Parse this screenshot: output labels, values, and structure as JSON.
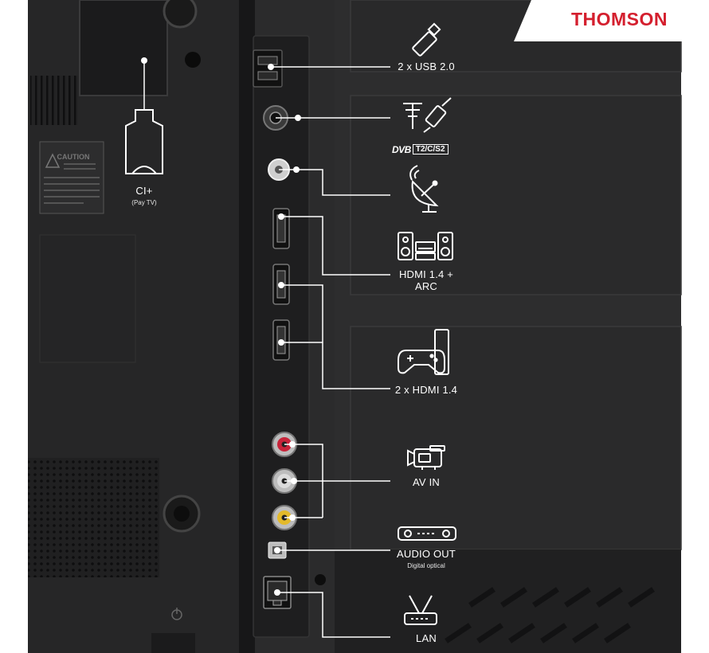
{
  "brand": {
    "name": "THOMSON",
    "color": "#d41f2e"
  },
  "rear_panel": {
    "caution_title": "CAUTION",
    "standby_icon": "power-icon"
  },
  "ports": [
    {
      "id": "usb",
      "label": "2 x USB 2.0",
      "icon": "usb-stick-icon"
    },
    {
      "id": "antenna",
      "label": "",
      "icon": "antenna-icon"
    },
    {
      "id": "satellite",
      "label": "",
      "icon": "satellite-dish-icon"
    },
    {
      "id": "hdmi-arc",
      "label": "HDMI 1.4 +",
      "label2": "ARC",
      "icon": "speakers-icon"
    },
    {
      "id": "hdmi",
      "label": "2 x HDMI 1.4",
      "icon": "gamepad-icon"
    },
    {
      "id": "av-in",
      "label": "AV IN",
      "icon": "camcorder-icon"
    },
    {
      "id": "audio-out",
      "label": "AUDIO OUT",
      "sublabel": "Digital optical",
      "icon": "soundbar-icon"
    },
    {
      "id": "lan",
      "label": "LAN",
      "icon": "router-icon"
    }
  ],
  "dvb": {
    "main": "DVB",
    "box": "T2/C/S2"
  },
  "ci": {
    "label": "CI+",
    "sublabel": "(Pay TV)",
    "icon": "ci-card-icon"
  },
  "colors": {
    "background": "#2a2a2b",
    "panel": "#1c1c1d",
    "av_red": "#c8243a",
    "av_white": "#dcdcdc",
    "av_yellow": "#e3b92a",
    "line": "#ffffff"
  }
}
